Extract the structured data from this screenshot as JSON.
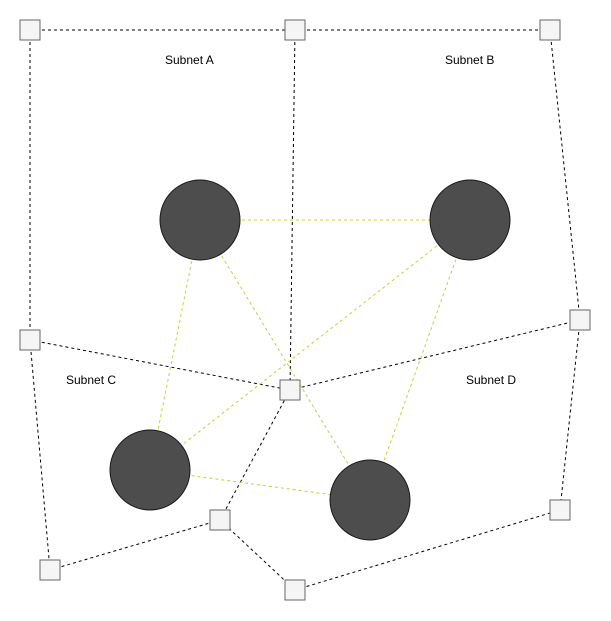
{
  "subnets": [
    {
      "id": "a",
      "label": "Subnet A"
    },
    {
      "id": "b",
      "label": "Subnet B"
    },
    {
      "id": "c",
      "label": "Subnet C"
    },
    {
      "id": "d",
      "label": "Subnet D"
    }
  ],
  "colors": {
    "square_fill": "#f5f5f5",
    "square_stroke": "#666666",
    "circle_fill": "#4d4d4d",
    "black_edge": "#000000",
    "yellow_edge": "#cccc33"
  }
}
